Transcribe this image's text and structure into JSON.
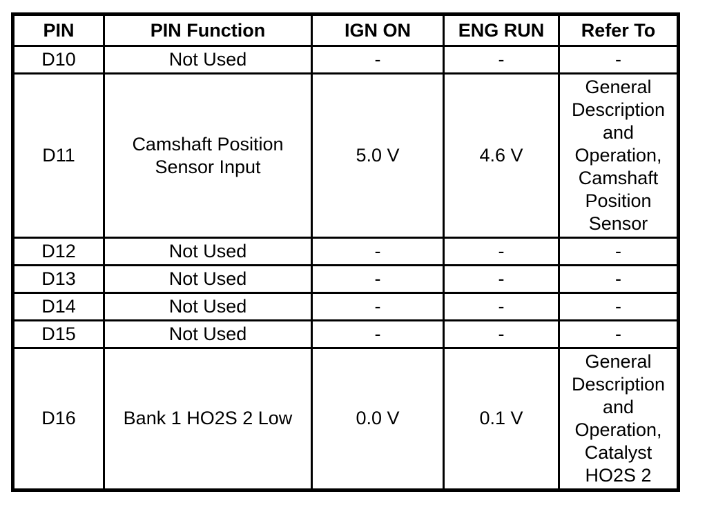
{
  "table": {
    "headers": [
      "PIN",
      "PIN Function",
      "IGN ON",
      "ENG RUN",
      "Refer To"
    ],
    "rows": [
      {
        "pin": "D10",
        "function": "Not Used",
        "ign_on": "-",
        "eng_run": "-",
        "refer_to": "-"
      },
      {
        "pin": "D11",
        "function": "Camshaft Position Sensor Input",
        "ign_on": "5.0 V",
        "eng_run": "4.6 V",
        "refer_to": "General Description and Operation, Camshaft Position Sensor"
      },
      {
        "pin": "D12",
        "function": "Not Used",
        "ign_on": "-",
        "eng_run": "-",
        "refer_to": "-"
      },
      {
        "pin": "D13",
        "function": "Not Used",
        "ign_on": "-",
        "eng_run": "-",
        "refer_to": "-"
      },
      {
        "pin": "D14",
        "function": "Not Used",
        "ign_on": "-",
        "eng_run": "-",
        "refer_to": "-"
      },
      {
        "pin": "D15",
        "function": "Not Used",
        "ign_on": "-",
        "eng_run": "-",
        "refer_to": "-"
      },
      {
        "pin": "D16",
        "function": "Bank 1 HO2S 2 Low",
        "ign_on": "0.0 V",
        "eng_run": "0.1 V",
        "refer_to": "General Description and Operation, Catalyst HO2S 2"
      }
    ]
  },
  "colors": {
    "background": "#ffffff",
    "border": "#000000",
    "text": "#000000"
  }
}
